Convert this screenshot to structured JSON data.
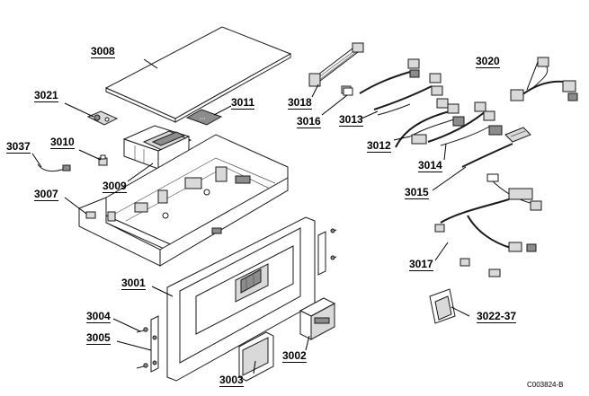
{
  "callouts": {
    "p3001": "3001",
    "p3002": "3002",
    "p3003": "3003",
    "p3004": "3004",
    "p3005": "3005",
    "p3007": "3007",
    "p3008": "3008",
    "p3009": "3009",
    "p3010": "3010",
    "p3011": "3011",
    "p3012": "3012",
    "p3013": "3013",
    "p3014": "3014",
    "p3015": "3015",
    "p3016": "3016",
    "p3017": "3017",
    "p3018": "3018",
    "p3020": "3020",
    "p3021": "3021",
    "p3022_37": "3022-37",
    "p3037": "3037"
  },
  "document_id": "C003824-B"
}
